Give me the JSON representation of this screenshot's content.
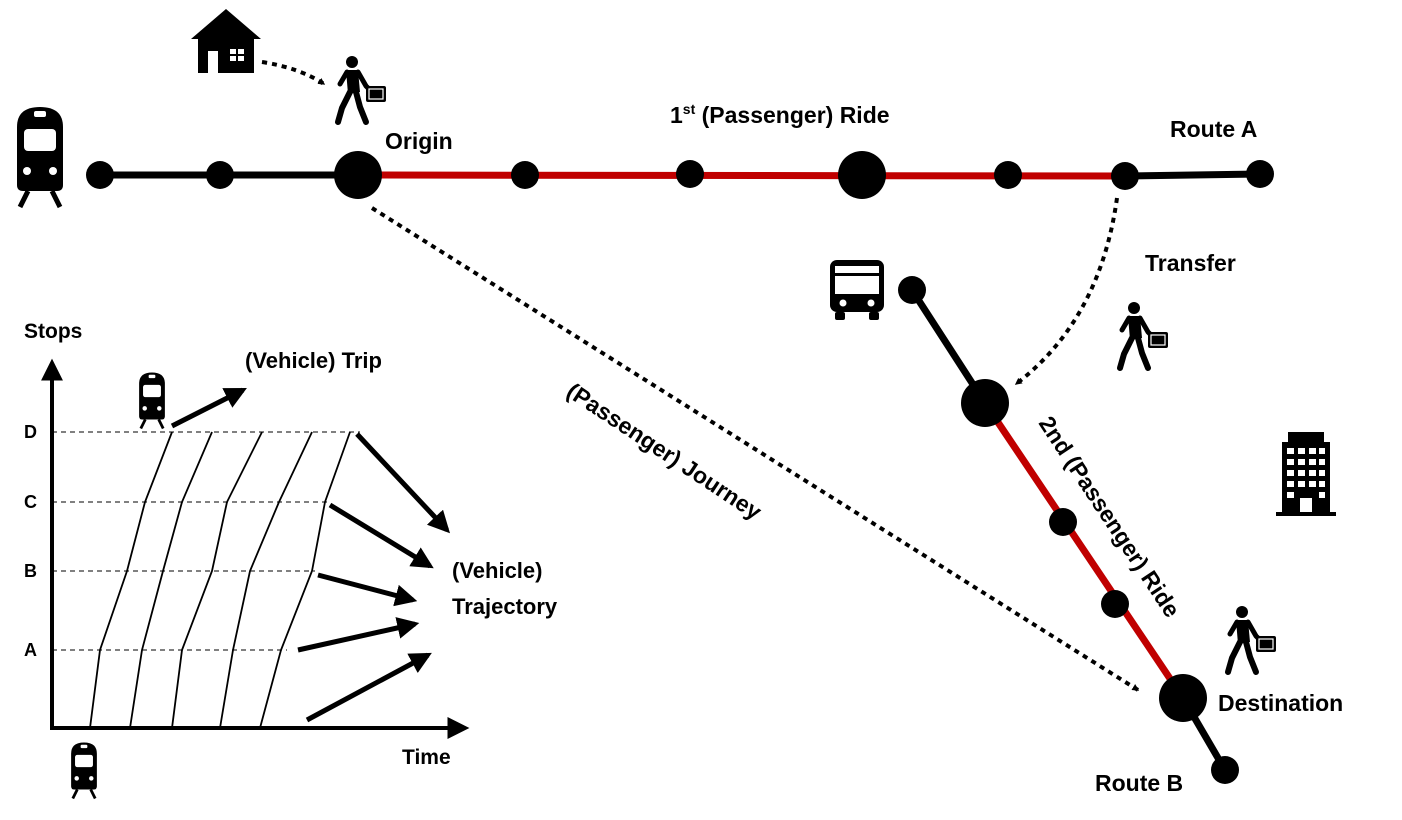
{
  "labels": {
    "origin": "Origin",
    "first_ride_prefix": "1",
    "first_ride_sup": "st",
    "first_ride_suffix": " (Passenger) Ride",
    "route_a": "Route A",
    "transfer": "Transfer",
    "second_ride": "2nd (Passenger) Ride",
    "journey": "(Passenger) Journey",
    "destination": "Destination",
    "route_b": "Route B"
  },
  "inset": {
    "y_axis_label": "Stops",
    "x_axis_label": "Time",
    "trip_label": "(Vehicle) Trip",
    "trajectory_label_line1": "(Vehicle)",
    "trajectory_label_line2": "Trajectory",
    "stops": [
      "D",
      "C",
      "B",
      "A"
    ]
  },
  "colors": {
    "ride": "#c00000",
    "route": "#000000",
    "background": "#ffffff"
  },
  "icons": {
    "house": "house-icon",
    "walker": "walking-person-with-suitcase-icon",
    "train": "train-icon",
    "bus": "bus-icon",
    "building": "office-building-icon"
  }
}
